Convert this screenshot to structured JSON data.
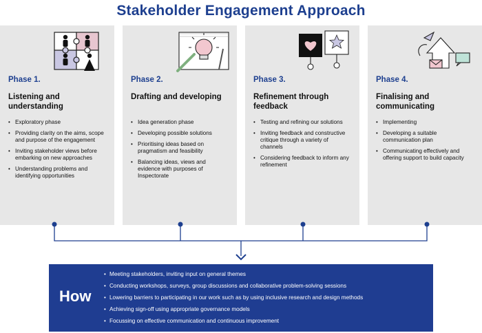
{
  "title": "Stakeholder Engagement Approach",
  "phases": [
    {
      "label": "Phase 1.",
      "heading": "Listening and understanding",
      "icon": "jigsaw-people-icon",
      "bullets": [
        "Exploratory phase",
        "Providing clarity on the aims, scope and purpose of the engagement",
        "Inviting stakeholder views before embarking on new approaches",
        "Understanding problems and identifying opportunities"
      ]
    },
    {
      "label": "Phase 2.",
      "heading": "Drafting and developing",
      "icon": "lightbulb-sketch-icon",
      "bullets": [
        "Idea generation phase",
        "Developing possible solutions",
        "Prioritising ideas based on pragmatism and feasibility",
        "Balancing ideas, views and evidence with purposes of Inspectorate"
      ]
    },
    {
      "label": "Phase 3.",
      "heading": "Refinement through feedback",
      "icon": "feedback-signs-icon",
      "bullets": [
        "Testing and refining our solutions",
        "Inviting feedback and constructive critique through a variety of channels",
        "Considering feedback to inform any refinement"
      ]
    },
    {
      "label": "Phase 4.",
      "heading": "Finalising and communicating",
      "icon": "communication-arrow-icon",
      "bullets": [
        "Implementing",
        "Developing a suitable communication plan",
        "Communicating effectively and offering support to build capacity"
      ]
    }
  ],
  "how": {
    "label": "How",
    "items": [
      "Meeting stakeholders, inviting input on general themes",
      "Conducting workshops, surveys, group discussions and collaborative problem-solving sessions",
      "Lowering barriers to participating in our work such as by using inclusive research and design methods",
      "Achieving sign-off using appropriate governance models",
      "Focussing on effective communication and continuous improvement"
    ]
  },
  "colors": {
    "accent": "#1d3f8f",
    "how_background": "#1f3d91",
    "panel_background": "#e7e7e7"
  }
}
